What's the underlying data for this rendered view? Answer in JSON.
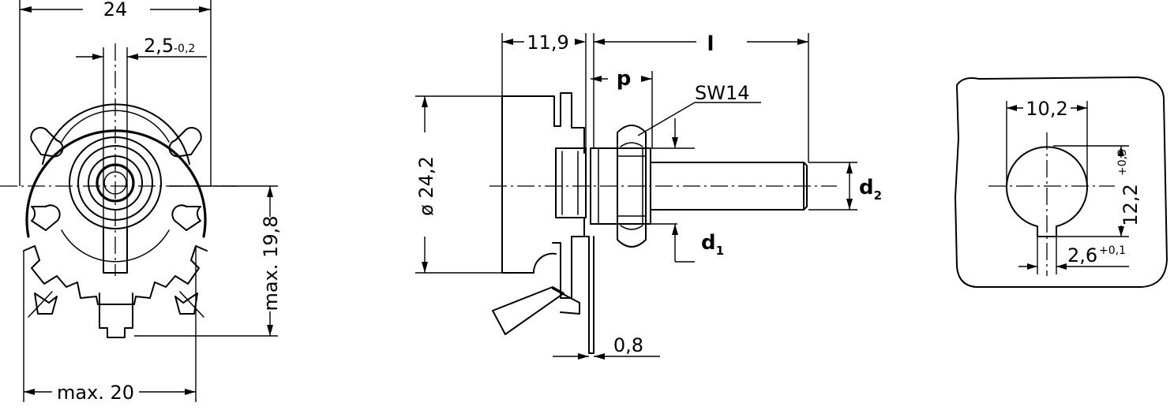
{
  "front_view": {
    "width_label": "24",
    "tab_label_main": "2,5",
    "tab_label_tol": "-0,2",
    "height_label": "max. 19,8",
    "bottom_width_label": "max. 20"
  },
  "side_view": {
    "offset_label": "11,9",
    "length_label": "l",
    "thread_label": "p",
    "nut_label": "SW14",
    "diameter_label": "ø 24,2",
    "shaft_diameter_label": "d",
    "shaft_diameter_sub": "2",
    "bush_diameter_label": "d",
    "bush_diameter_sub": "1",
    "pin_thickness_label": "0,8"
  },
  "panel_cutout": {
    "hole_diameter_label": "10,2",
    "height_label_main": "12,2",
    "height_label_tol": "+0,3",
    "slot_width_label_main": "2,6",
    "slot_width_label_tol": "+0,1"
  }
}
